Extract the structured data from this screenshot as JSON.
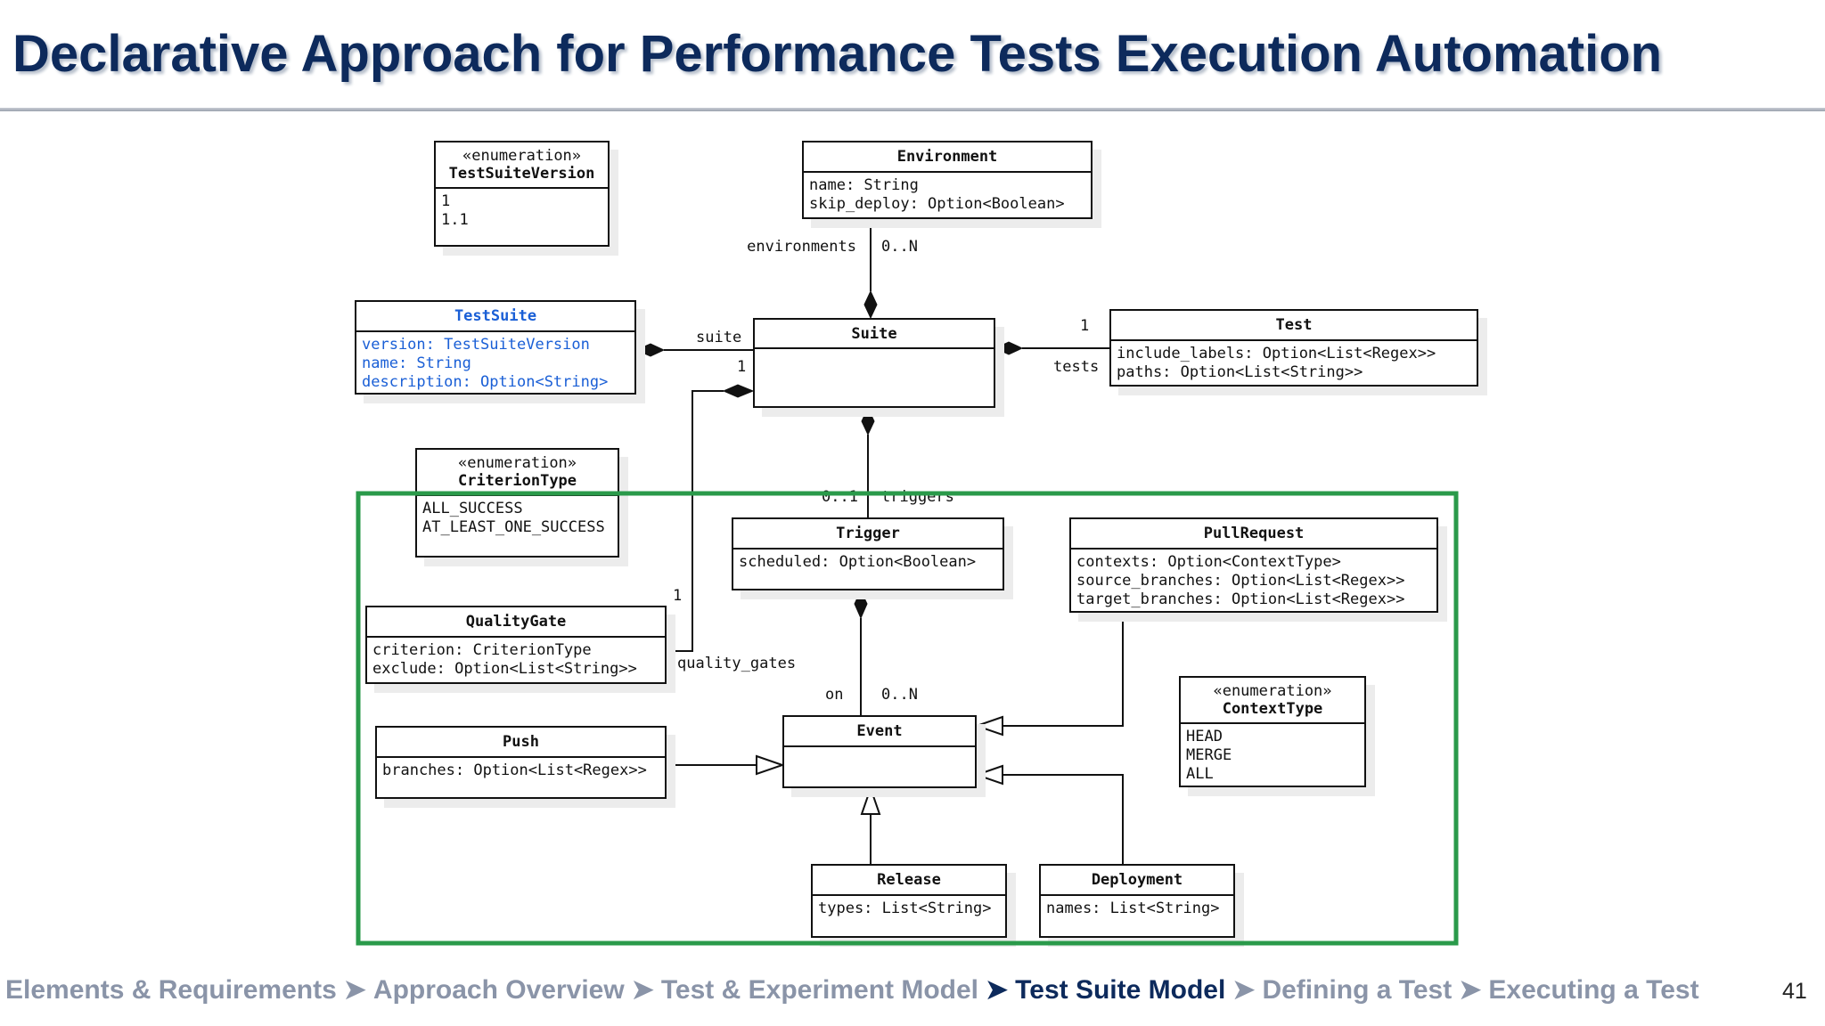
{
  "title": "Declarative Approach for Performance Tests Execution Automation",
  "colors": {
    "title": "#0d2a5c",
    "highlight_frame": "#2a9a4a",
    "blue_class": "#1a5fd6",
    "breadcrumb_inactive": "#8a94a8"
  },
  "classes": [
    {
      "id": "testsuiteversion",
      "stereotype": "«enumeration»",
      "name": "TestSuiteVersion",
      "attributes": [
        "1",
        "1.1"
      ]
    },
    {
      "id": "environment",
      "name": "Environment",
      "attributes": [
        "name: String",
        "skip_deploy: Option<Boolean>"
      ]
    },
    {
      "id": "testsuite",
      "name": "TestSuite",
      "highlight": "blue",
      "attributes": [
        "version: TestSuiteVersion",
        "name: String",
        "description: Option<String>"
      ]
    },
    {
      "id": "suite",
      "name": "Suite",
      "attributes": []
    },
    {
      "id": "test",
      "name": "Test",
      "attributes": [
        "include_labels: Option<List<Regex>>",
        "paths: Option<List<String>>"
      ]
    },
    {
      "id": "criteriontype",
      "stereotype": "«enumeration»",
      "name": "CriterionType",
      "attributes": [
        "ALL_SUCCESS",
        "AT_LEAST_ONE_SUCCESS"
      ]
    },
    {
      "id": "trigger",
      "name": "Trigger",
      "attributes": [
        "scheduled: Option<Boolean>"
      ]
    },
    {
      "id": "pullrequest",
      "name": "PullRequest",
      "attributes": [
        "contexts: Option<ContextType>",
        "source_branches: Option<List<Regex>>",
        "target_branches: Option<List<Regex>>"
      ]
    },
    {
      "id": "qualitygate",
      "name": "QualityGate",
      "attributes": [
        "criterion: CriterionType",
        "exclude: Option<List<String>>"
      ]
    },
    {
      "id": "contexttype",
      "stereotype": "«enumeration»",
      "name": "ContextType",
      "attributes": [
        "HEAD",
        "MERGE",
        "ALL"
      ]
    },
    {
      "id": "push",
      "name": "Push",
      "attributes": [
        "branches: Option<List<Regex>>"
      ]
    },
    {
      "id": "event",
      "name": "Event",
      "attributes": []
    },
    {
      "id": "release",
      "name": "Release",
      "attributes": [
        "types: List<String>"
      ]
    },
    {
      "id": "deployment",
      "name": "Deployment",
      "attributes": [
        "names: List<String>"
      ]
    }
  ],
  "relations": [
    {
      "id": "env-suite",
      "type": "composition",
      "role": "environments",
      "multiplicity": "0..N"
    },
    {
      "id": "testsuite-suite",
      "type": "composition",
      "role": "suite",
      "multiplicity": "1"
    },
    {
      "id": "suite-test",
      "type": "composition",
      "role": "tests",
      "multiplicity": "1"
    },
    {
      "id": "suite-trigger",
      "type": "composition",
      "role": "triggers",
      "multiplicity": "0..1"
    },
    {
      "id": "suite-qualitygate",
      "type": "composition",
      "role": "quality_gates",
      "multiplicity": "1"
    },
    {
      "id": "trigger-event",
      "type": "composition",
      "role": "on",
      "multiplicity": "0..N"
    },
    {
      "id": "push-event",
      "type": "generalization"
    },
    {
      "id": "pullrequest-event",
      "type": "generalization"
    },
    {
      "id": "release-event",
      "type": "generalization"
    },
    {
      "id": "deployment-event",
      "type": "generalization"
    }
  ],
  "breadcrumb": {
    "items": [
      {
        "label": "Elements & Requirements",
        "current": false
      },
      {
        "label": "Approach Overview",
        "current": false
      },
      {
        "label": "Test & Experiment Model",
        "current": false
      },
      {
        "label": "Test Suite Model",
        "current": true
      },
      {
        "label": "Defining a Test",
        "current": false
      },
      {
        "label": "Executing a Test",
        "current": false
      }
    ],
    "separator": "➤"
  },
  "page_number": "41"
}
